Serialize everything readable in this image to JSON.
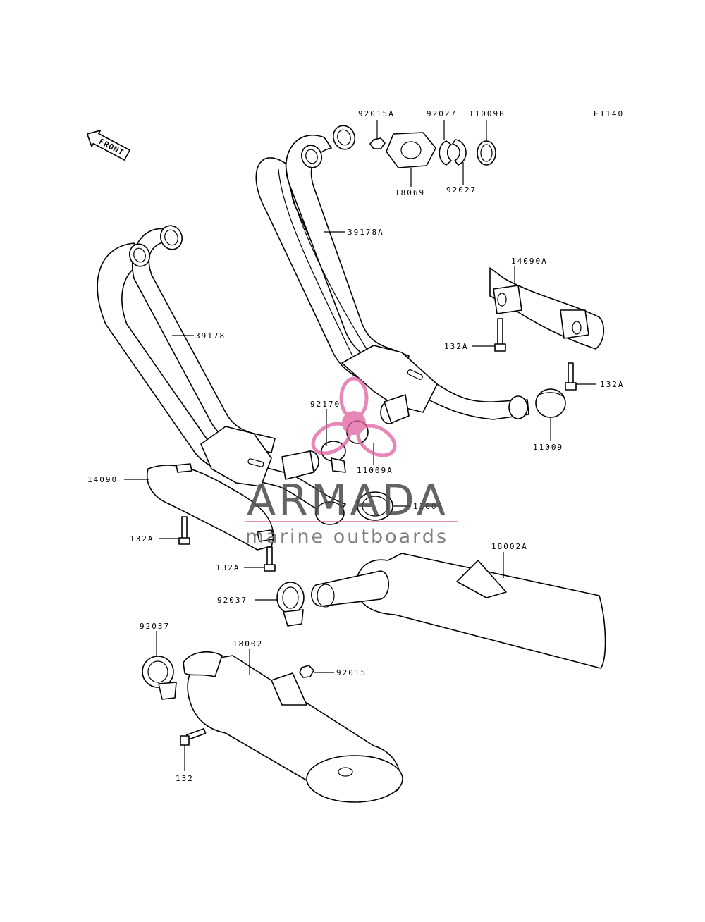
{
  "diagram_code": "E1140",
  "front_label": "FRONT",
  "watermark": {
    "brand": "ARMADA",
    "tagline": "marine outboards",
    "logo_icon": "propeller-icon",
    "logo_color": "#e060a0"
  },
  "parts": {
    "p92015A": "92015A",
    "p92027a": "92027",
    "p11009B": "11009B",
    "p18069": "18069",
    "p92027b": "92027",
    "p39178A": "39178A",
    "p14090A": "14090A",
    "p132A_1": "132A",
    "p132A_2": "132A",
    "p11009_1": "11009",
    "p39178": "39178",
    "p92170": "92170",
    "p11009A": "11009A",
    "p14090": "14090",
    "p11009_2": "11009",
    "p132A_3": "132A",
    "p132A_4": "132A",
    "p18002A": "18002A",
    "p92037_1": "92037",
    "p92037_2": "92037",
    "p18002": "18002",
    "p92015": "92015",
    "p132": "132"
  }
}
